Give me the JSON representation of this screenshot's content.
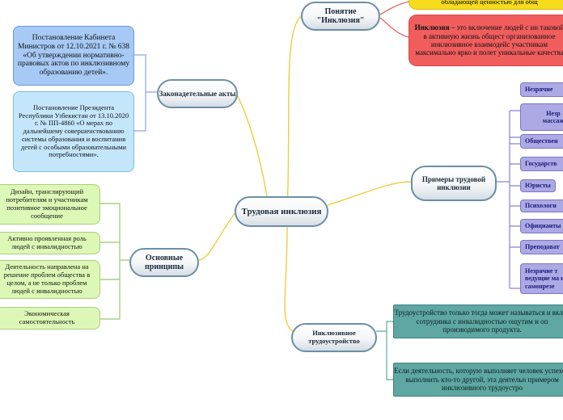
{
  "center": {
    "label": "Трудовая инклюзия"
  },
  "branches": {
    "inclusion_concept": {
      "label": "Понятие \"Инклюзия\""
    },
    "legislation": {
      "label": "Законадетельные акты"
    },
    "principles": {
      "label": "Основные принципы"
    },
    "examples": {
      "label": "Примеры трудовой инклюзии"
    },
    "employment": {
      "label": "Инклюзивное трудоустройство"
    }
  },
  "concept_items": {
    "yellow_text": "обладающей ценностью для общ",
    "red_term": "Инклюзия",
    "red_text": " – это включение людей с ин таковой в активную жизнь общест организованное инклюзивное взаимодейс участникам максимально ярко и полет уникальные качества"
  },
  "legislation_items": [
    "Постановление Кабинета Министров от 12.10.2021 г. № 638 «Об утверждении нормативно-правовых актов по инклюзивному образованию детей».",
    "Постановление Президента Республики Узбекистан от 13.10.2020 г. № ПП-4860 «О мерах по дальнейшему совершенствованию системы образования и воспитания детей с особыми образовательными потребностями»."
  ],
  "principle_items": [
    "Дизайн, транслирующий потребителям и участникам позитивное эмоциональное сообщение",
    "Активно проявленная роль людей с инвалидностью",
    "Деятельность направлена на решение проблем общества в целом, а не только проблем людей с инвалидностью",
    "Экономическая самостоятельность"
  ],
  "example_items": [
    "Незрячие",
    "Незр массаж",
    "Обществен",
    "Государств",
    "Юристы",
    "Психологи",
    "Официанты",
    "Преподават",
    "Незрячие т ведущие ма и самопрезе"
  ],
  "employment_items": [
    "Трудоустройство только тогда может называться и вклад сотрудника с инвалидностью ощутим и оп производимого продукта.",
    "Если деятельность, которую выполняет человек успехом выполнить кто-то другой, эта деятельн примером инклюзивного трудоустро"
  ],
  "colors": {
    "link_yellow": "#f2cc3a",
    "link_red": "#e86a6a",
    "link_blue": "#8aa8d8",
    "link_green": "#9bc86a",
    "link_violet": "#8880d0",
    "link_teal": "#5ea7a2"
  }
}
